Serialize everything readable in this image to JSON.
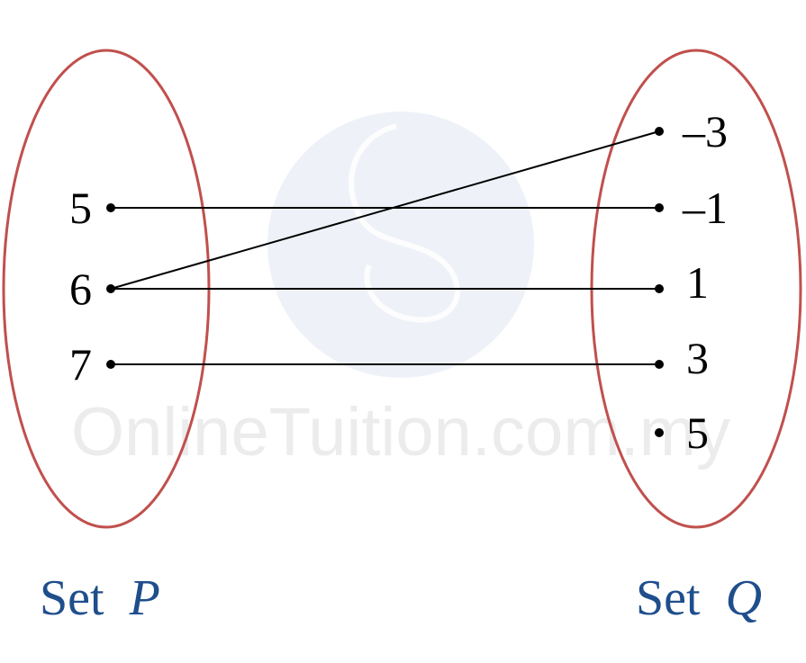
{
  "diagram": {
    "set_p": {
      "label_word": "Set",
      "label_var": "P",
      "elements": [
        "5",
        "6",
        "7"
      ]
    },
    "set_q": {
      "label_word": "Set",
      "label_var": "Q",
      "elements": [
        "–3",
        "–1",
        "1",
        "3",
        "5"
      ]
    },
    "mappings": [
      {
        "from": "5",
        "to": "–1"
      },
      {
        "from": "6",
        "to": "–3"
      },
      {
        "from": "6",
        "to": "1"
      },
      {
        "from": "7",
        "to": "3"
      }
    ],
    "ellipse_color": "#c0504d",
    "label_color": "#1f4e8c",
    "line_color": "#000000"
  },
  "watermark": {
    "text": "OnlineTuition.com.my"
  }
}
